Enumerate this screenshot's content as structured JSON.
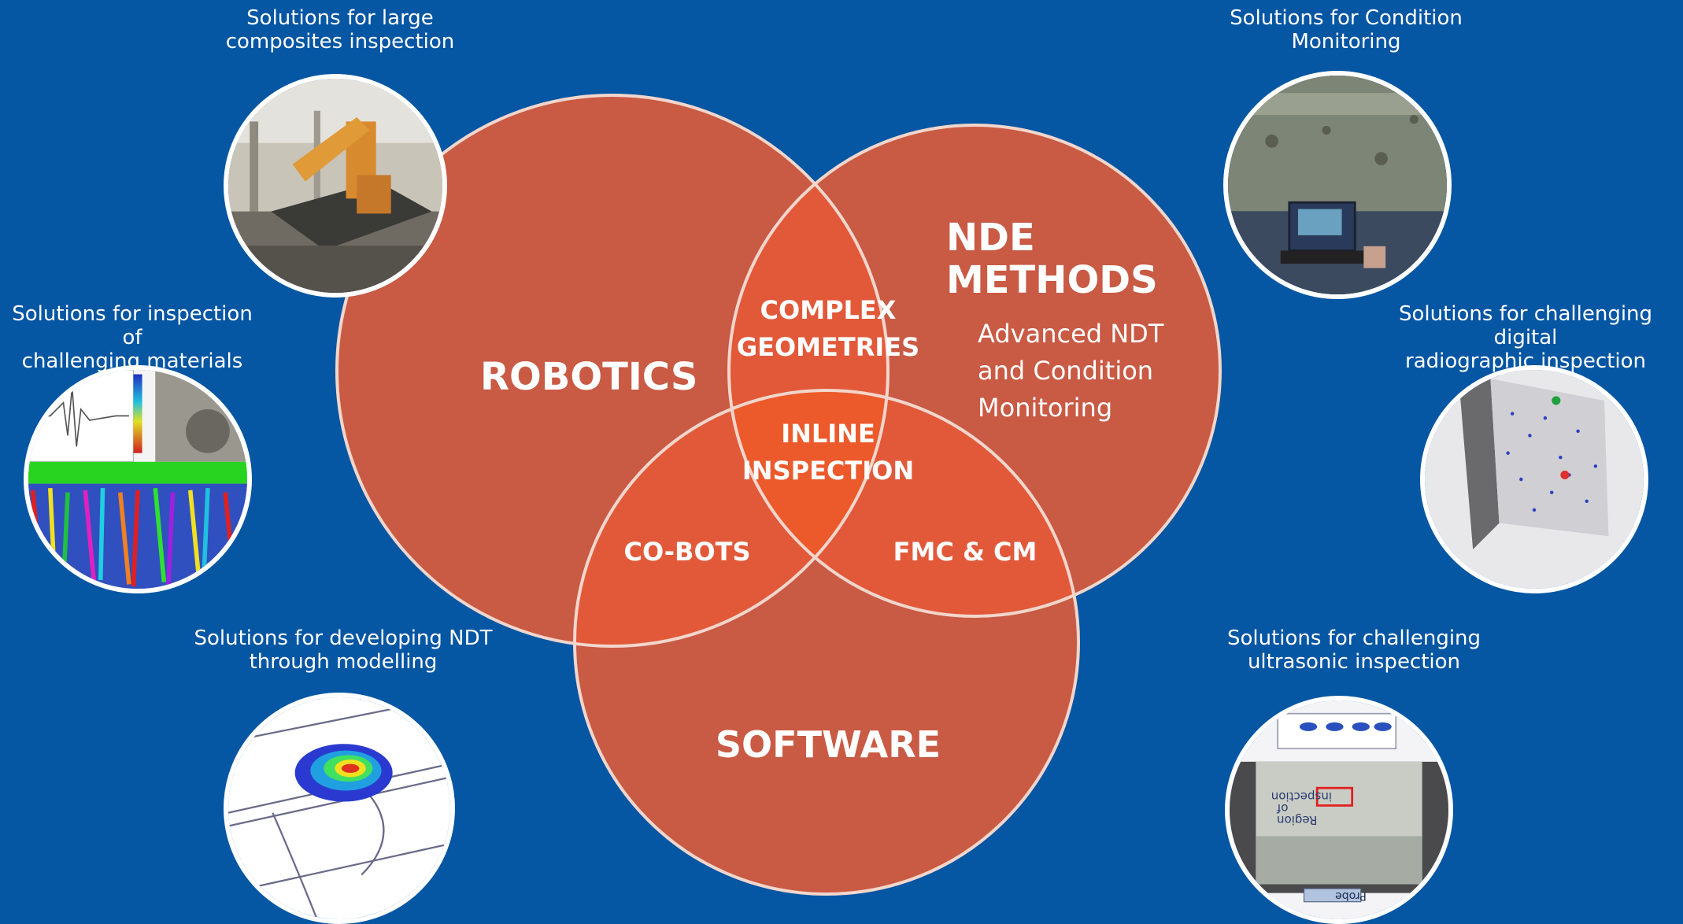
{
  "diagram": {
    "circles": {
      "robotics": "ROBOTICS",
      "nde": [
        "NDE",
        "METHODS"
      ],
      "nde_desc": [
        "Advanced NDT",
        "and Condition",
        "Monitoring"
      ],
      "software": "SOFTWARE"
    },
    "intersections": {
      "complex": [
        "COMPLEX",
        "GEOMETRIES"
      ],
      "inline": [
        "INLINE",
        "INSPECTION"
      ],
      "cobots": "CO-BOTS",
      "fmc": "FMC & CM"
    }
  },
  "solutions": {
    "large_composites": "Solutions for large\ncomposites inspection",
    "challenging_materials": "Solutions for inspection of\nchallenging materials",
    "modelling": "Solutions for developing NDT\nthrough modelling",
    "condition_monitoring": "Solutions for Condition\nMonitoring",
    "digital_radiographic": "Solutions for challenging digital\nradiographic inspection",
    "ultrasonic": "Solutions for challenging\nultrasonic inspection"
  },
  "image_labels": {
    "region": "Region of\ninspection",
    "probe": "Probe"
  },
  "colors": {
    "background": "#0556a3",
    "circle_fill": "#cf5338",
    "overlap_fill": "#e8552c",
    "stroke": "#f0d8d0"
  }
}
